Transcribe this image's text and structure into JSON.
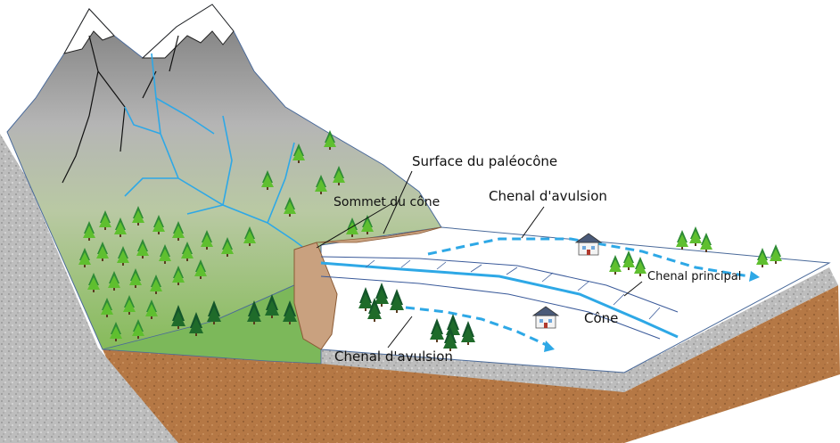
{
  "labels": {
    "paleocone_surface": "Surface du paléocône",
    "cone_apex": "Sommet du cône",
    "avulsion_channel_upper": "Chenal d'avulsion",
    "avulsion_channel_lower": "Chenal d'avulsion",
    "main_channel": "Chenal principal",
    "cone": "Cône"
  },
  "colors": {
    "rock": "#b9b9b9",
    "soil": "#b87a4b",
    "forest_slope": "#8fbf6a",
    "paleocone": "#c9a17f",
    "water": "#2ea8e6",
    "tree_dark": "#1f6b2a",
    "tree_light": "#7bd13c",
    "cone_surface": "#ffffff"
  },
  "icons": [
    "tree-icon",
    "house-icon",
    "snow-peak-icon"
  ]
}
